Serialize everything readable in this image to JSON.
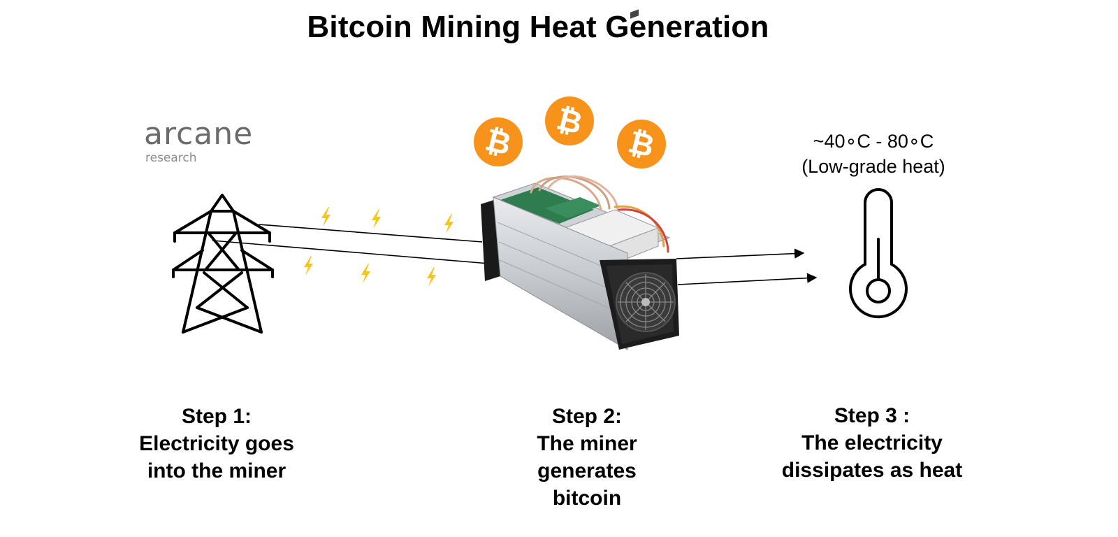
{
  "title": "Bitcoin Mining Heat Generation",
  "logo": {
    "main": "arcane",
    "sub": "research"
  },
  "temperature": {
    "line1": "~40∘C - 80∘C",
    "line2": "(Low-grade heat)"
  },
  "steps": [
    {
      "heading": "Step  1:",
      "lines": [
        "Electricity goes",
        "into the miner"
      ]
    },
    {
      "heading": "Step  2:",
      "lines": [
        "The  miner",
        "generates",
        "bitcoin"
      ]
    },
    {
      "heading": "Step 3 :",
      "lines": [
        "The  electricity",
        "dissipates as heat"
      ]
    }
  ],
  "colors": {
    "bitcoin": "#f7931a",
    "lightning": "#f5c518",
    "logo": "#6b6b6b"
  },
  "icons": [
    "power-pylon-icon",
    "lightning-bolt-icon",
    "bitcoin-coin-icon",
    "asic-miner-icon",
    "thermometer-icon",
    "arrow-icon"
  ]
}
